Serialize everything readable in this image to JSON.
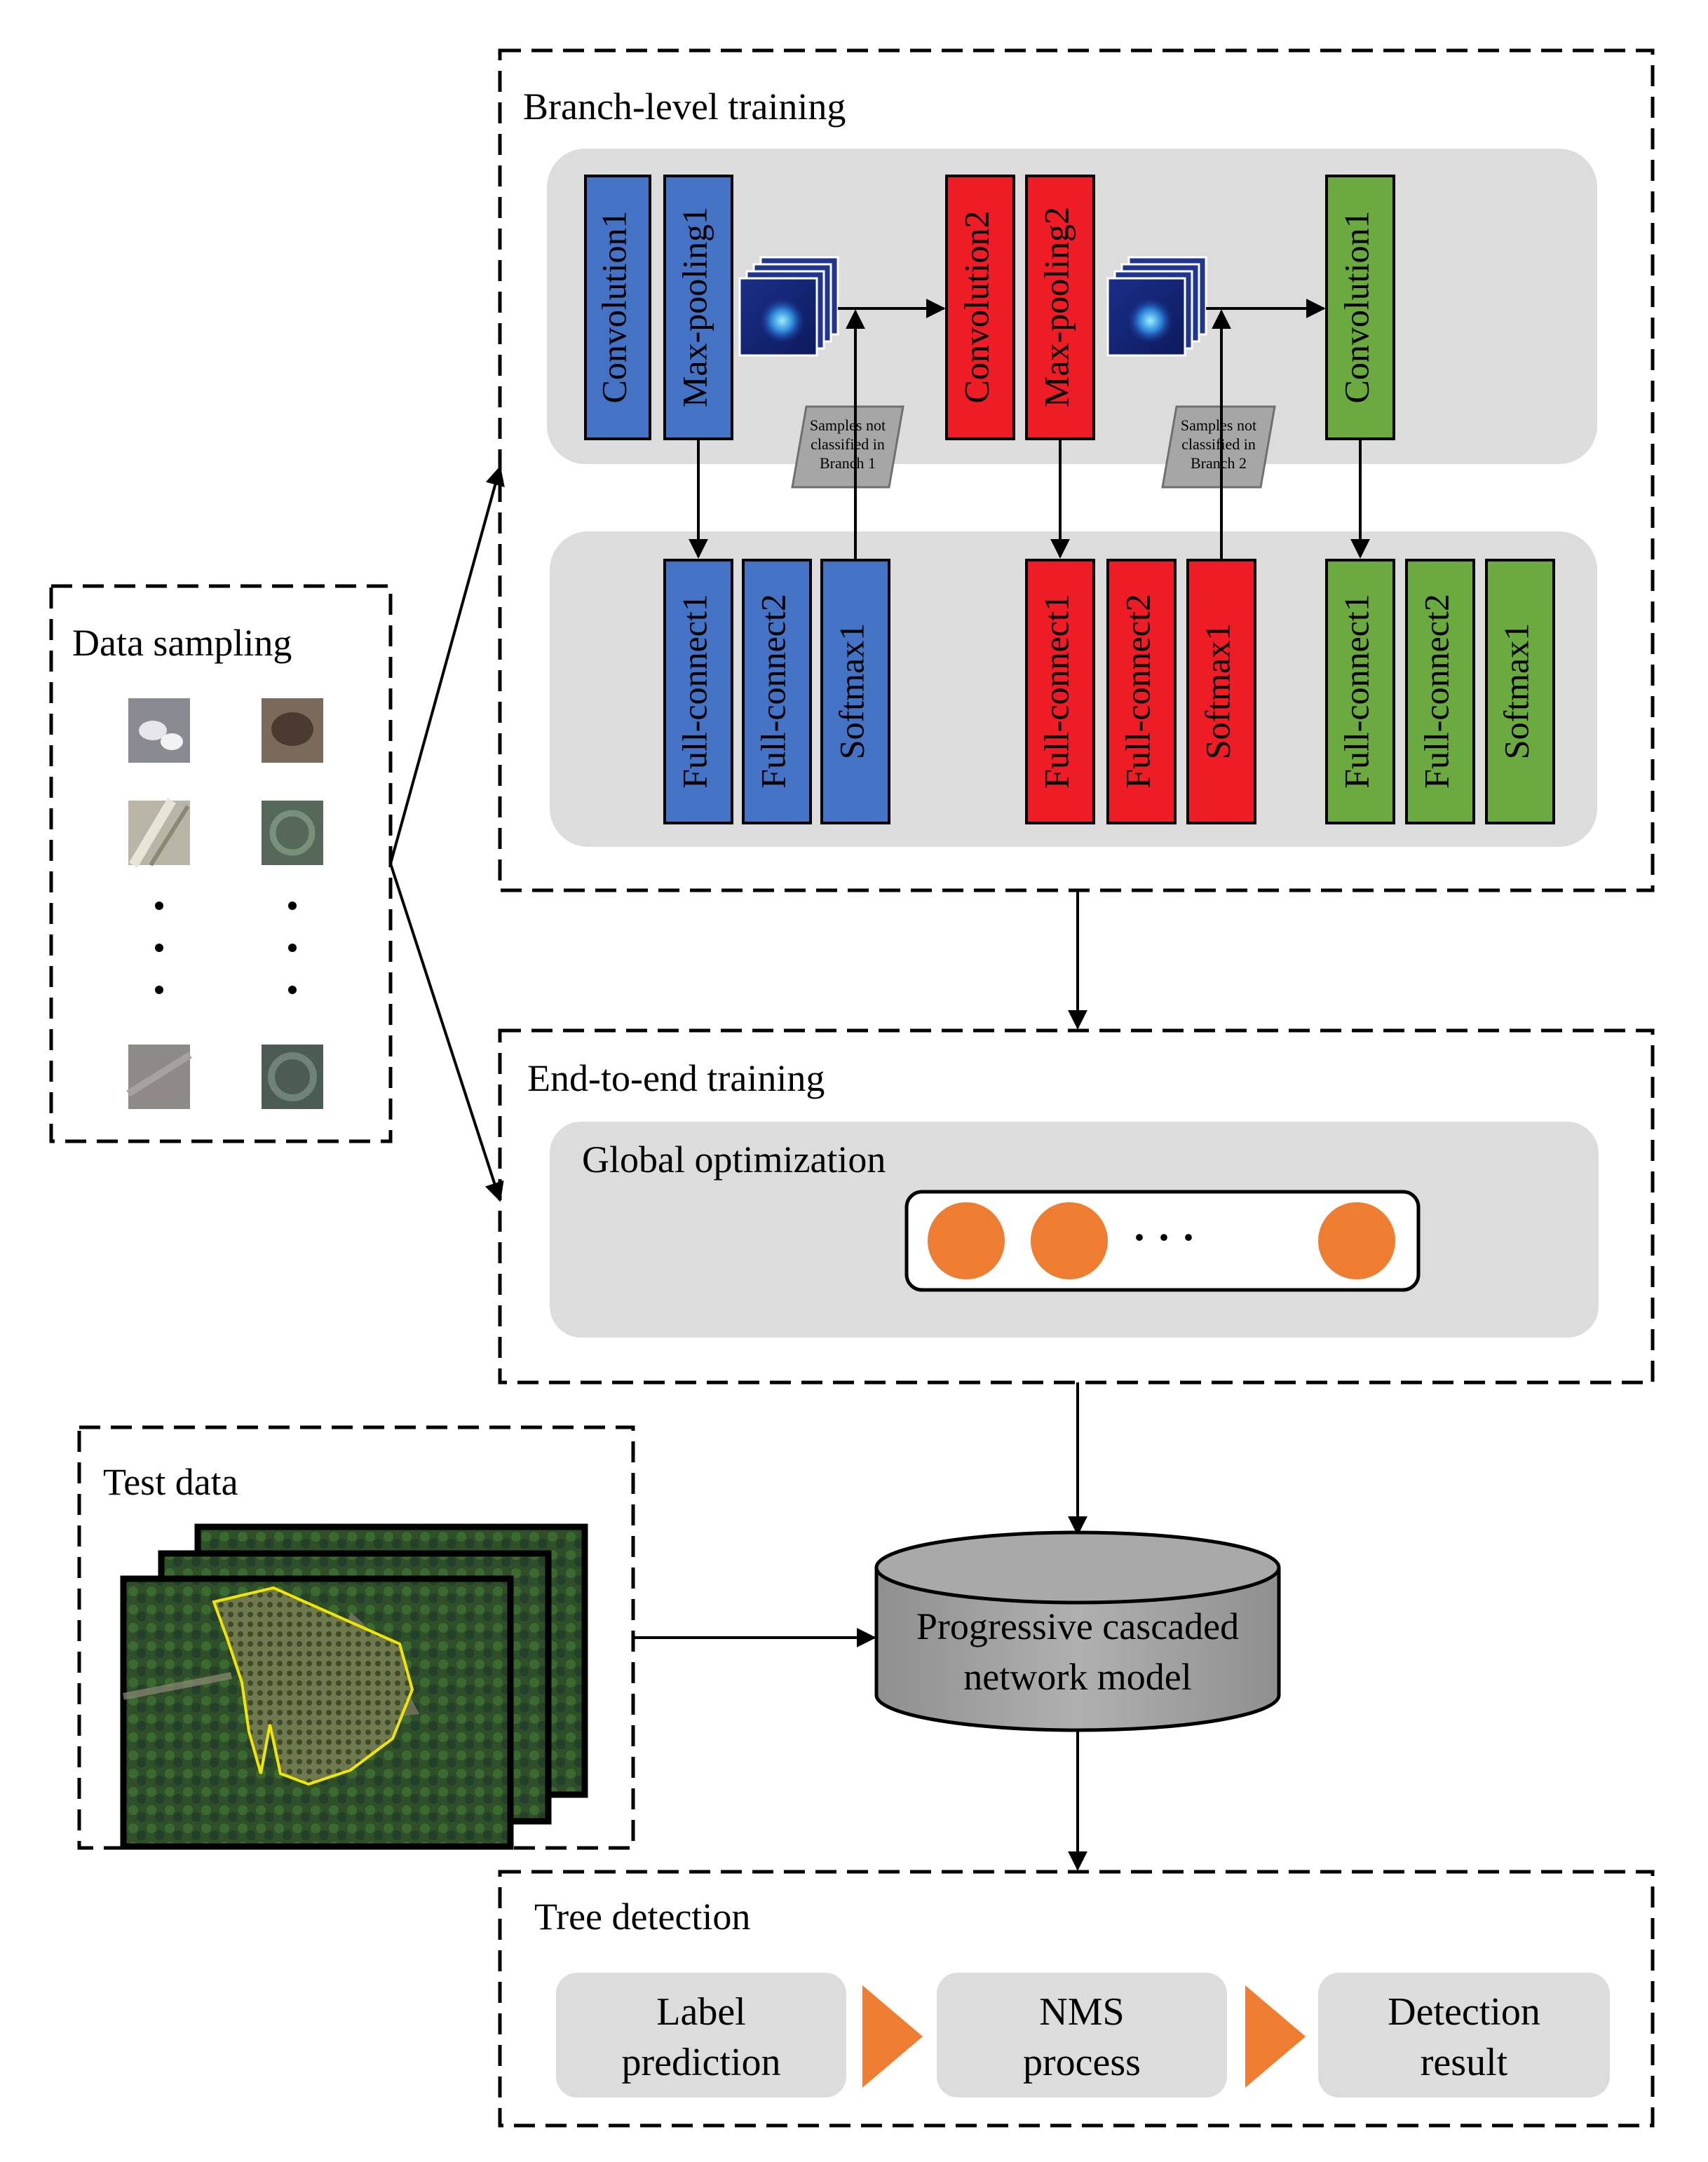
{
  "colors": {
    "blue": "#4472c4",
    "red": "#ee1c24",
    "green": "#6aaa3f",
    "orange": "#ee7d31",
    "panel": "#dcdcdc",
    "gray_shape": "#a6a6a6",
    "satellite_green": "#3d5a2e",
    "boundary_yellow": "#f2e600"
  },
  "branch_training": {
    "title": "Branch-level training",
    "top_row": [
      "Convolution1",
      "Max-pooling1",
      "Convolution2",
      "Max-pooling2",
      "Convolution1"
    ],
    "bottom_row": [
      [
        "Full-connect1",
        "Full-connect2",
        "Softmax1"
      ],
      [
        "Full-connect1",
        "Full-connect2",
        "Softmax1"
      ],
      [
        "Full-connect1",
        "Full-connect2",
        "Softmax1"
      ]
    ],
    "unclassified_1": [
      "Samples not",
      "classified in",
      "Branch 1"
    ],
    "unclassified_2": [
      "Samples not",
      "classified in",
      "Branch 2"
    ]
  },
  "data_sampling": {
    "title": "Data sampling",
    "ellipsis_icon": "vertical-dots-icon"
  },
  "end_to_end": {
    "title": "End-to-end training",
    "global_title": "Global optimization",
    "ellipsis": "· · ·"
  },
  "test_data": {
    "title": "Test data"
  },
  "model": {
    "line1": "Progressive cascaded",
    "line2": "network model"
  },
  "tree_detection": {
    "title": "Tree detection",
    "steps": [
      [
        "Label",
        "prediction"
      ],
      [
        "NMS",
        "process"
      ],
      [
        "Detection",
        "result"
      ]
    ]
  }
}
